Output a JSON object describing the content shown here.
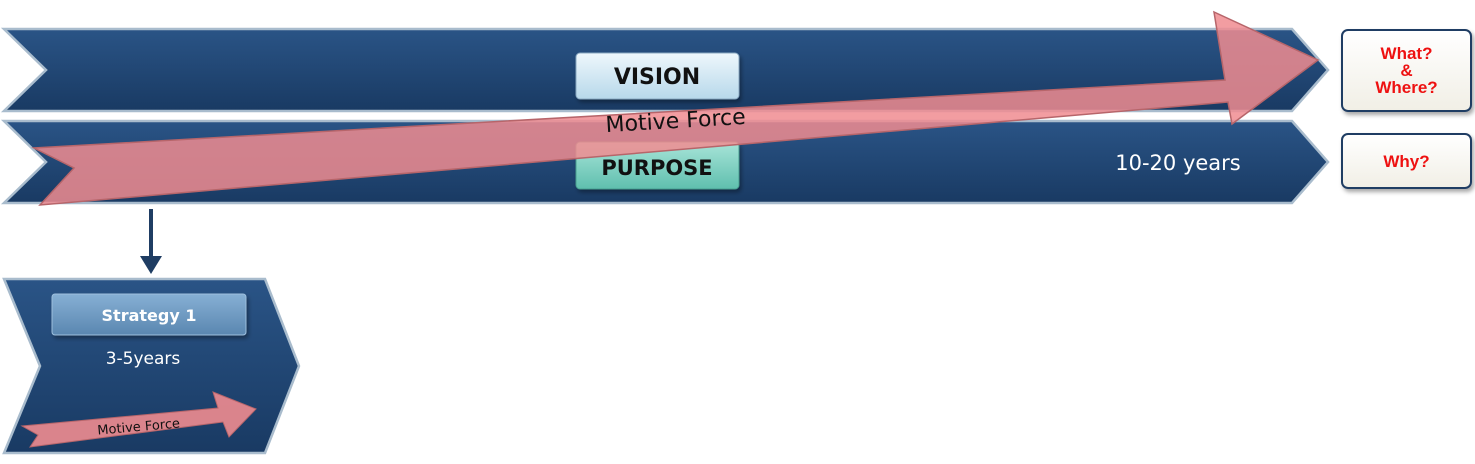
{
  "long_term": {
    "vision_label": "VISION",
    "purpose_label": "PURPOSE",
    "horizon": "10-20 years",
    "motive_force": "Motive Force"
  },
  "side_questions": {
    "what_line1": "What?",
    "what_line2": "&",
    "what_line3": "Where?",
    "why": "Why?"
  },
  "strategy": {
    "label": "Strategy 1",
    "horizon": "3-5years",
    "motive_force": "Motive Force"
  },
  "colors": {
    "chevron_navy": "#1f4470",
    "chevron_edge": "#9fb3c8",
    "vision_box": "#cfe6f3",
    "purpose_box": "#7fd1c1",
    "strategy_box": "#6f9bc2",
    "motive_arrow": "#e8868b",
    "question_text": "#ee1111"
  }
}
